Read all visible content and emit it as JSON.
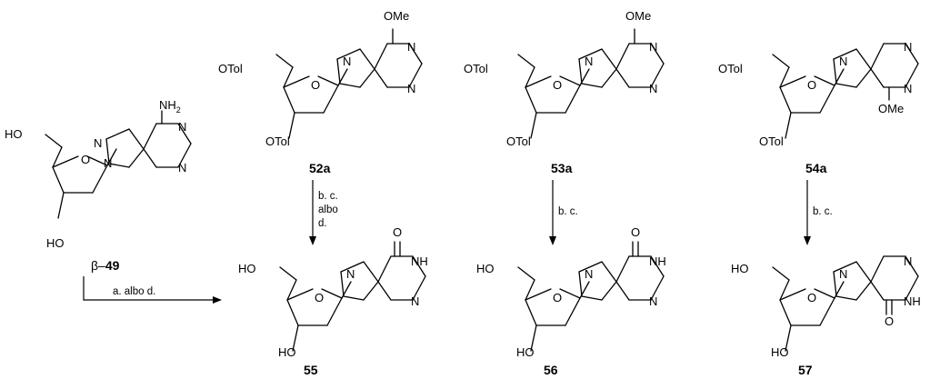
{
  "compounds": [
    {
      "id": "beta49",
      "prefix": "β–",
      "label": "49"
    },
    {
      "id": "52a",
      "label": "52a"
    },
    {
      "id": "53a",
      "label": "53a"
    },
    {
      "id": "54a",
      "label": "54a"
    },
    {
      "id": "55",
      "label": "55"
    },
    {
      "id": "56",
      "label": "56"
    },
    {
      "id": "57",
      "label": "57"
    }
  ],
  "atoms": {
    "ho": "HO",
    "o": "O",
    "n": "N",
    "nh": "NH",
    "otol": "OTol",
    "ome": "OMe",
    "nh2": "NH",
    "nh2_sub": "2"
  },
  "conditions": {
    "beta49_to_55": "a. albo d.",
    "from_52a": [
      "b. c.",
      "albo",
      "d."
    ],
    "from_53a": "b. c.",
    "from_54a": "b. c."
  },
  "colors": {
    "ink": "#000000",
    "background": "#ffffff"
  }
}
